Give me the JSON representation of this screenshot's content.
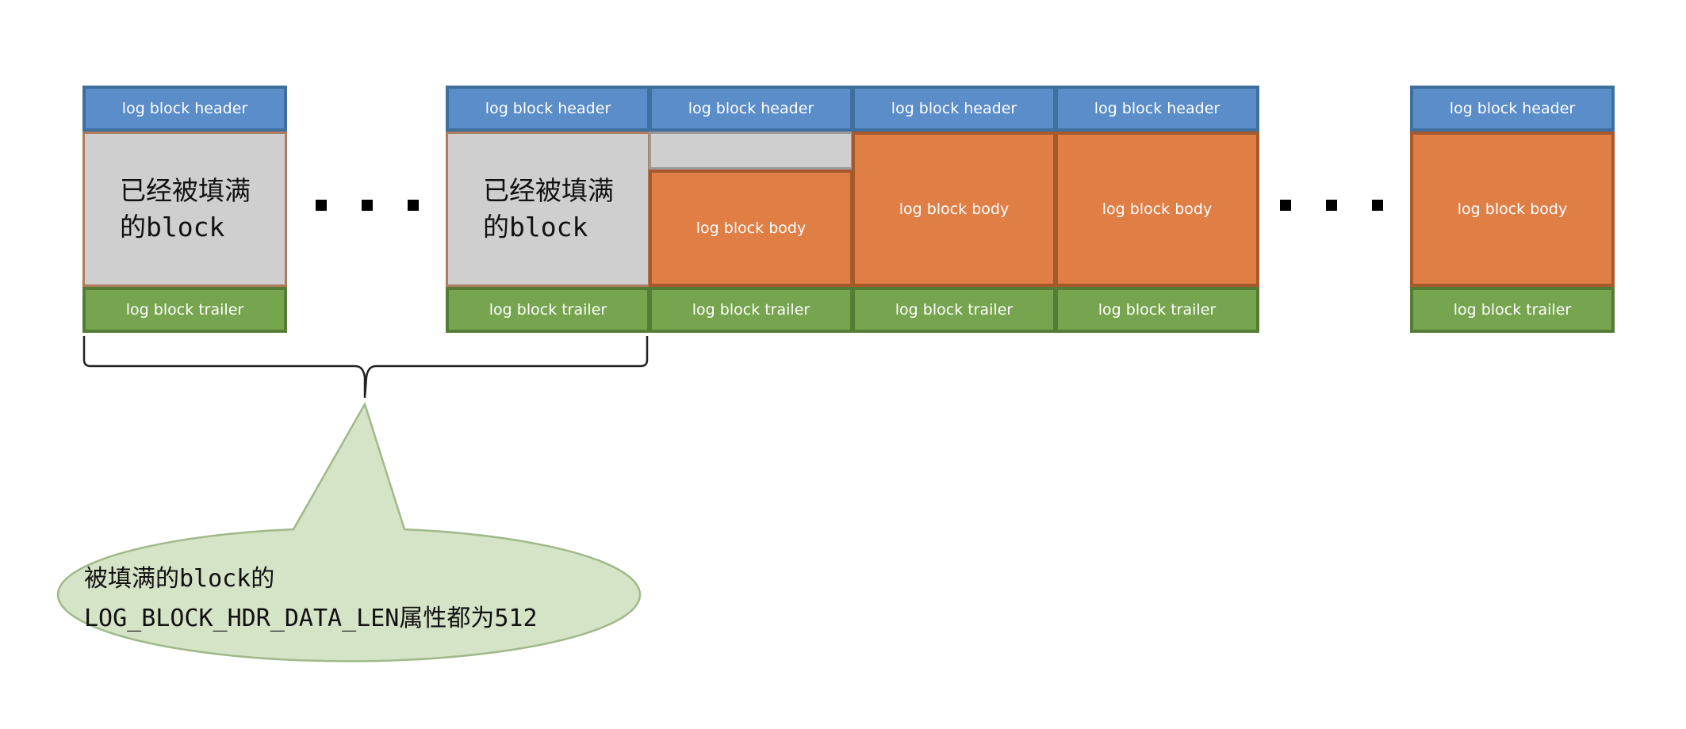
{
  "labels": {
    "header": "log block header",
    "body": "log block body",
    "trailer": "log block trailer",
    "filled_block": "已经被填满\n的block"
  },
  "callout": {
    "text": "被填满的block的\nLOG_BLOCK_HDR_DATA_LEN属性都为512"
  },
  "colors": {
    "header": "#5b8dc8",
    "body": "#df7e45",
    "trailer": "#76a44f",
    "filled": "#cfcfcf",
    "callout": "#d5e3c7"
  }
}
